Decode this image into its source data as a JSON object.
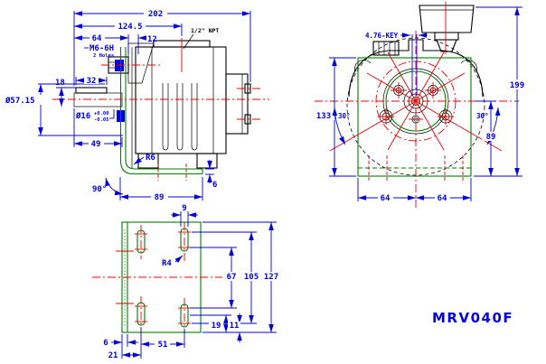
{
  "title": "MRV040F",
  "colors": {
    "dimension": "#0000de",
    "object": "#000000",
    "centerline": "#e80000",
    "auxiliary": "#007d00",
    "background": "#ffffff"
  },
  "side_view": {
    "dims": {
      "overall_length": "202",
      "length_to_port": "124.5",
      "shaft_to_flange": "64",
      "flange_width": "12",
      "tapped_hole": "M6-6H",
      "tapped_hole_note": "2 Holes",
      "conduit_port": "1/2\" NPT",
      "hub_dia": "Ø57.15",
      "key_height": "18",
      "key_length": "32",
      "shaft_dia": "Ø16",
      "shaft_tol_upper": "+0.00",
      "shaft_tol_lower": "-0.05",
      "shaft_length": "49",
      "fillet_radius": "R6",
      "bracket_angle": "90°",
      "base_length": "89",
      "base_thickness": "6"
    }
  },
  "front_view": {
    "dims": {
      "key_size": "4.76-KEY",
      "overall_height": "199",
      "flange_height": "133",
      "angle_left": "30°",
      "angle_right": "30°",
      "center_to_base": "89",
      "bolt_spacing_left": "64",
      "bolt_spacing_right": "64"
    }
  },
  "bottom_view": {
    "dims": {
      "slot_width": "9",
      "slot_end_radius": "R4",
      "slot_inner_spacing": "67",
      "slot_outer_spacing": "105",
      "plate_length": "127",
      "slot_to_edge": "19",
      "slot_end_to_edge": "11",
      "lip_width": "6",
      "slot_pitch": "51",
      "slot_offset": "21"
    }
  }
}
